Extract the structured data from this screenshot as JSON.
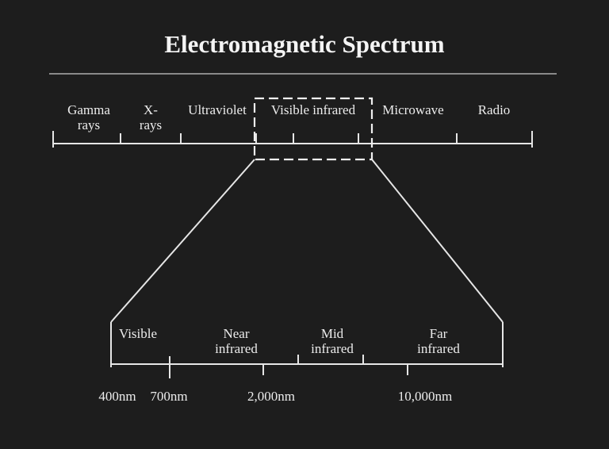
{
  "title": "Electromagnetic Spectrum",
  "spectrum_bands": [
    {
      "line1": "Gamma",
      "line2": "rays"
    },
    {
      "line1": "X-",
      "line2": "rays"
    },
    {
      "line1": "Ultraviolet",
      "line2": ""
    },
    {
      "line1": "Visible infrared",
      "line2": ""
    },
    {
      "line1": "Microwave",
      "line2": ""
    },
    {
      "line1": "Radio",
      "line2": ""
    }
  ],
  "zoom_bands": [
    {
      "line1": "Visible",
      "line2": ""
    },
    {
      "line1": "Near",
      "line2": "infrared"
    },
    {
      "line1": "Mid",
      "line2": "infrared"
    },
    {
      "line1": "Far",
      "line2": "infrared"
    }
  ],
  "wavelength_labels": [
    "400nm",
    "700nm",
    "2,000nm",
    "10,000nm"
  ],
  "colors": {
    "background": "#1d1d1d",
    "foreground": "#ececec"
  }
}
